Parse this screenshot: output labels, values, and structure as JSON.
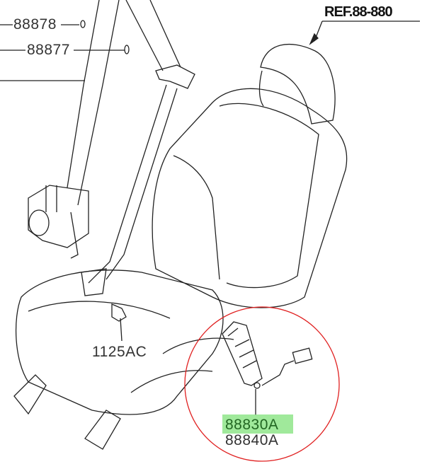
{
  "labels": {
    "ref": "REF.88-880",
    "p88878": "88878",
    "p88877": "88877",
    "p1125ac": "1125AC",
    "p88830a": "88830A",
    "p88840a": "88840A"
  },
  "highlight_color": "#8fe58a",
  "circle_color": "#e02020"
}
